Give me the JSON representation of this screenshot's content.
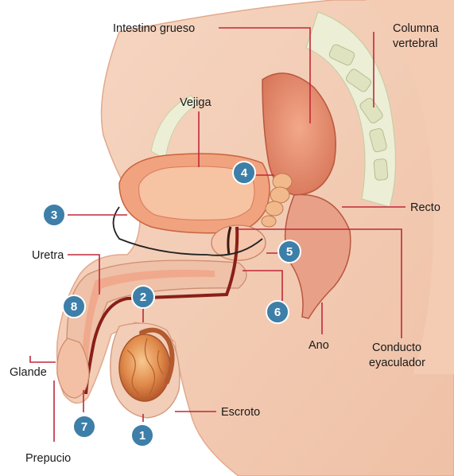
{
  "labels": {
    "intestino": "Intestino grueso",
    "columna_1": "Columna",
    "columna_2": "vertebral",
    "vejiga": "Vejiga",
    "recto": "Recto",
    "uretra": "Uretra",
    "ano": "Ano",
    "conducto_1": "Conducto",
    "conducto_2": "eyaculador",
    "glande": "Glande",
    "escroto": "Escroto",
    "prepucio": "Prepucio"
  },
  "markers": [
    "1",
    "2",
    "3",
    "4",
    "5",
    "6",
    "7",
    "8"
  ],
  "colors": {
    "marker_fill": "#3d7fa8",
    "leader_line": "#c0283a",
    "tissue": "#f2c4a8",
    "organ": "#e8916a",
    "bone": "#e9ecd2"
  }
}
